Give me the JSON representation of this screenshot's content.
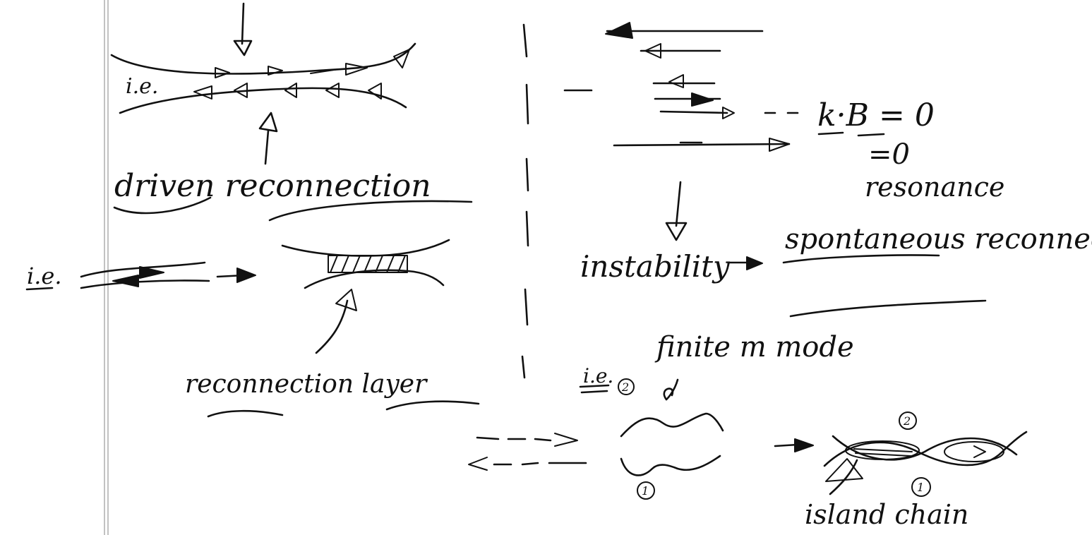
{
  "labels": {
    "ie_1": "i.e.",
    "driven_reconnection": "driven reconnection",
    "ie_2": "i.e.",
    "reconnection_layer": "reconnection layer",
    "k_dot_b": "k·B = 0",
    "eq_zero": "=0",
    "resonance": "resonance",
    "instability": "instability",
    "spontaneous_reconnection": "spontaneous reconnection",
    "finite_m_mode": "finite m mode",
    "ie_3": "i.e.",
    "circle_two_top": "2",
    "circle_two_island": "2",
    "circle_one_bottom": "1",
    "circle_one_island": "1",
    "island_chain": "island chain"
  }
}
